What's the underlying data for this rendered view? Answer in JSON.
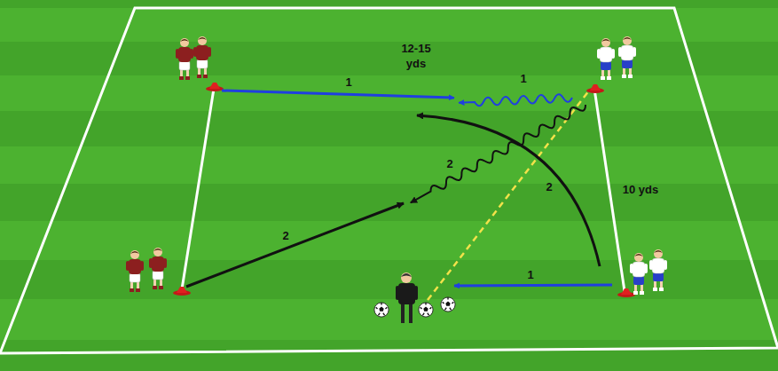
{
  "diagram": {
    "labels": [
      "12-15 yds",
      "1",
      "1",
      "2",
      "2",
      "10 yds",
      "2",
      "1"
    ]
  }
}
